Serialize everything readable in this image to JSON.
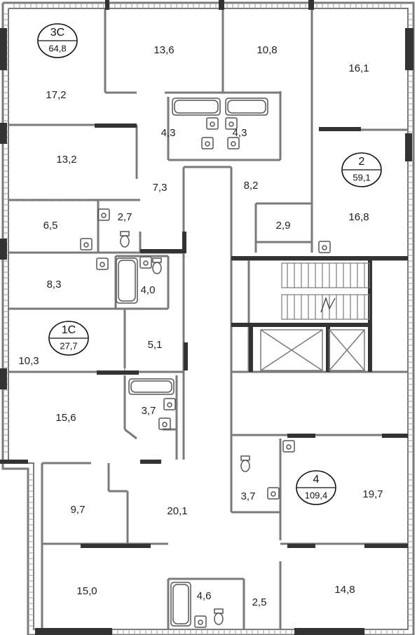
{
  "units": [
    {
      "id": "3C",
      "area": "64,8"
    },
    {
      "id": "2",
      "area": "59,1"
    },
    {
      "id": "1C",
      "area": "27,7"
    },
    {
      "id": "4",
      "area": "109,4"
    }
  ],
  "rooms": [
    "13,6",
    "10,8",
    "16,1",
    "17,2",
    "4,3",
    "4,3",
    "13,2",
    "8,2",
    "7,3",
    "2,9",
    "16,8",
    "6,5",
    "2,7",
    "8,3",
    "4,0",
    "5,1",
    "10,3",
    "15,6",
    "3,7",
    "3,7",
    "19,7",
    "9,7",
    "20,1",
    "15,0",
    "4,6",
    "2,5",
    "14,8"
  ]
}
